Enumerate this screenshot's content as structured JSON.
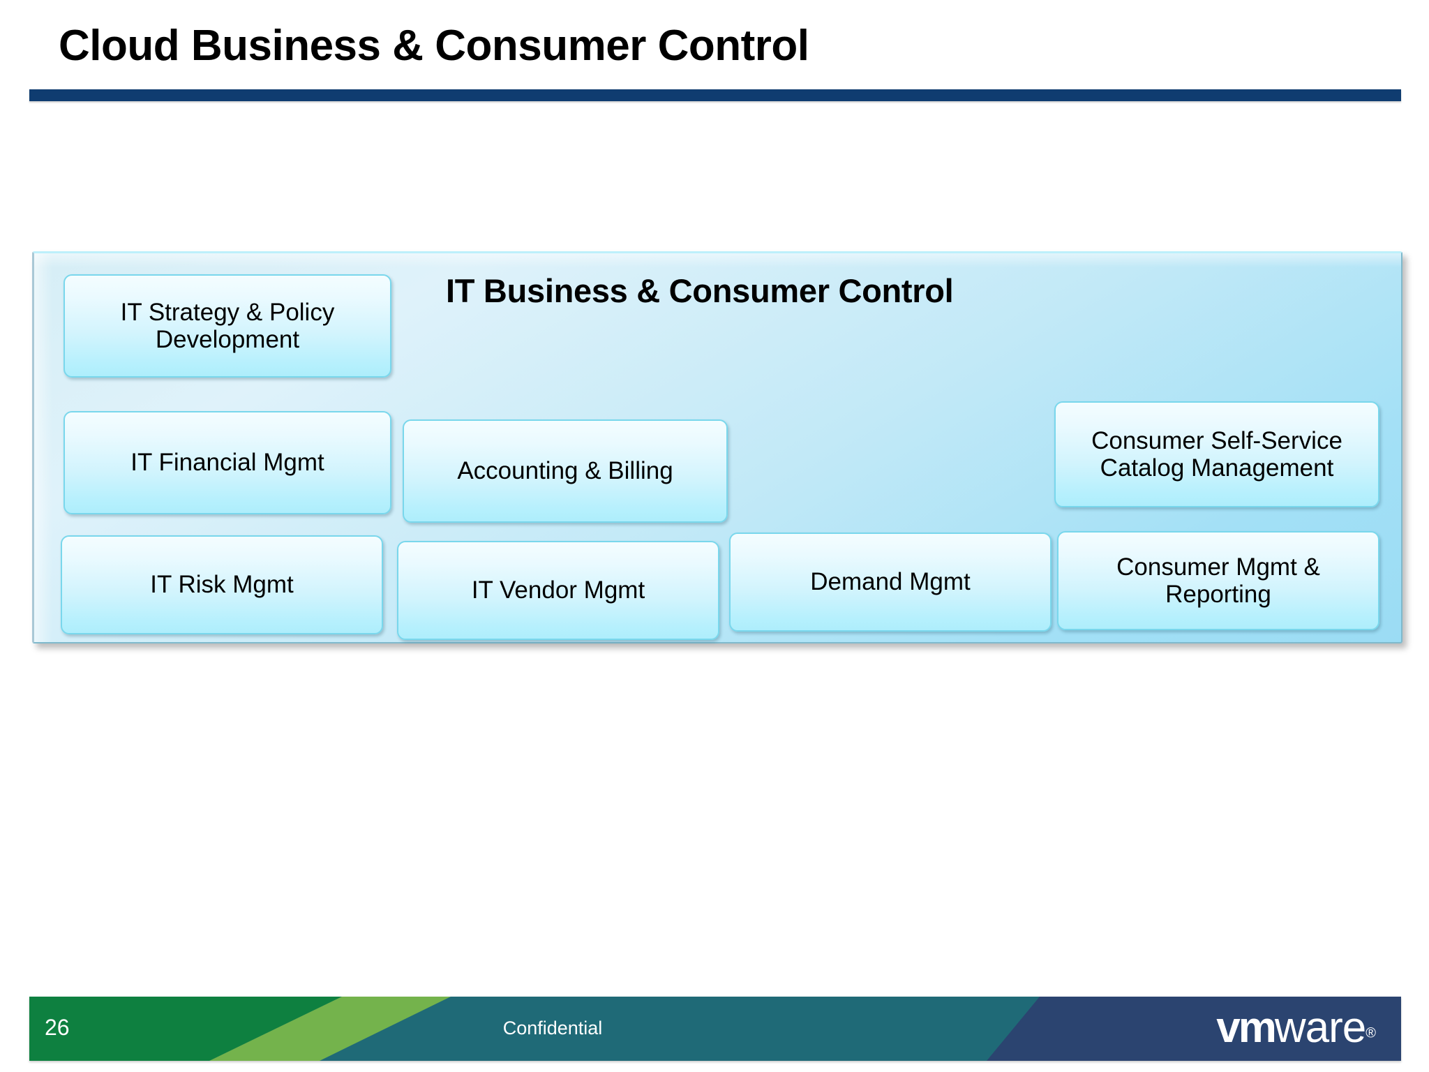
{
  "slide": {
    "title": "Cloud Business & Consumer Control",
    "rule_color": "#0F3C70"
  },
  "diagram": {
    "heading": "IT Business & Consumer Control",
    "container_fill": "#c9ecf8",
    "box_border_color": "#79d7ec",
    "nodes": [
      {
        "id": "it-strategy-policy-development",
        "label": "IT Strategy & Policy Development"
      },
      {
        "id": "it-financial-mgmt",
        "label": "IT Financial Mgmt"
      },
      {
        "id": "accounting-billing",
        "label": "Accounting & Billing"
      },
      {
        "id": "consumer-self-service-catalog-management",
        "label": "Consumer Self-Service Catalog Management"
      },
      {
        "id": "it-risk-mgmt",
        "label": "IT Risk Mgmt"
      },
      {
        "id": "it-vendor-mgmt",
        "label": "IT Vendor Mgmt"
      },
      {
        "id": "demand-mgmt",
        "label": "Demand Mgmt"
      },
      {
        "id": "consumer-mgmt-reporting",
        "label": "Consumer Mgmt & Reporting"
      }
    ]
  },
  "footer": {
    "page_number": "26",
    "classification": "Confidential",
    "logo_bold": "vm",
    "logo_regular": "ware",
    "logo_trademark": "®",
    "colors": {
      "dark_green": "#0E8040",
      "light_green": "#74B34C",
      "teal": "#1F6A77",
      "navy": "#2B4470"
    }
  }
}
